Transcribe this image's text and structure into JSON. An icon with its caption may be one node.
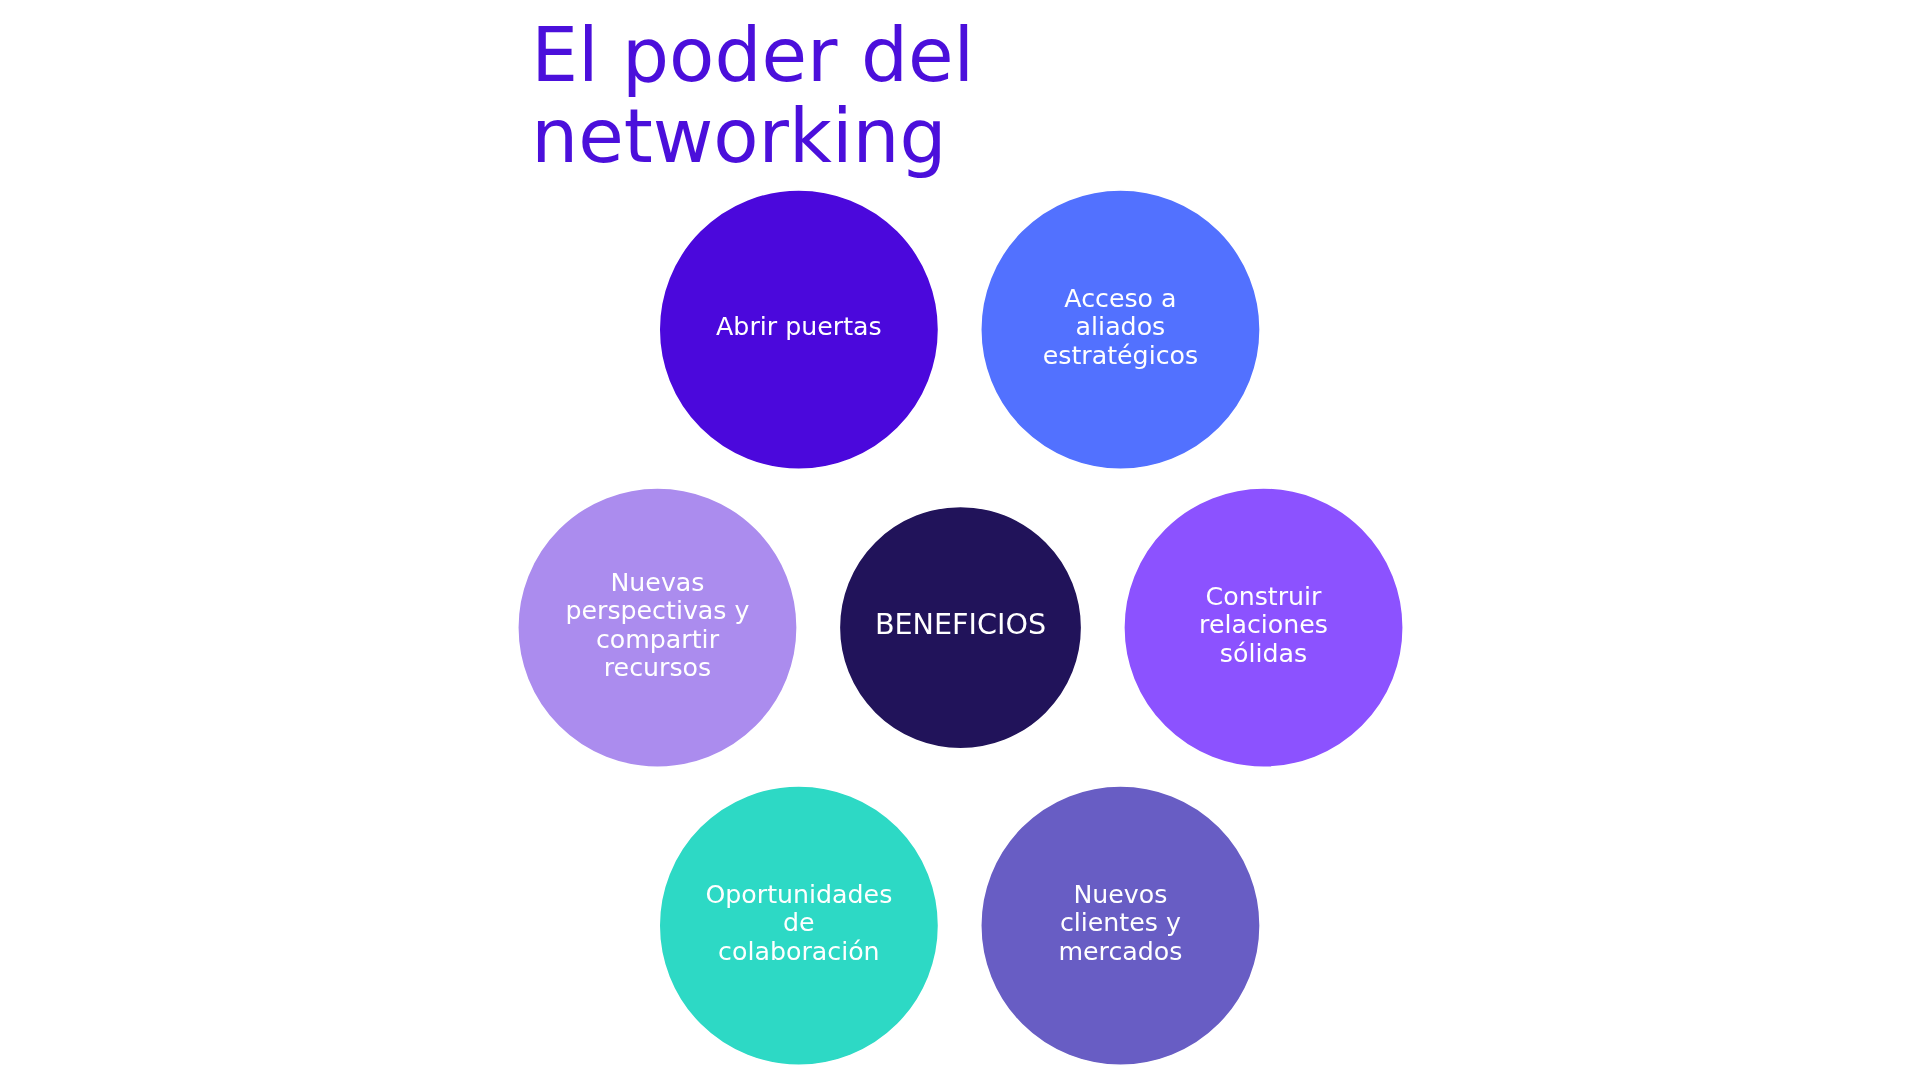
{
  "diagram": {
    "title": "El poder del networking",
    "nodes": [
      {
        "text": [
          "Abrir puertas"
        ]
      },
      {
        "text": [
          "Acceso a aliados estratégicos"
        ]
      },
      {
        "text": [
          "Nuevas perspectivas y compartir recursos"
        ]
      },
      {
        "text": [
          "BENEFICIOS"
        ]
      },
      {
        "text": [
          "Construir relaciones sólidas"
        ]
      },
      {
        "text": [
          "Oportunidades de colaboración"
        ]
      },
      {
        "text": [
          "Nuevos clientes y mercados"
        ]
      }
    ]
  }
}
